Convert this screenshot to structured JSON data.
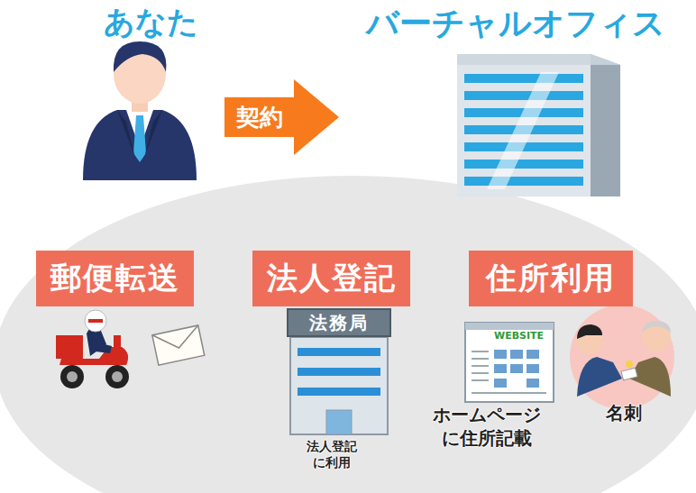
{
  "diagram": {
    "nodes": [
      {
        "text": [
          "あなた"
        ]
      },
      {
        "text": [
          "バーチャルオフィス"
        ]
      },
      {
        "text": [
          "郵便転送"
        ]
      },
      {
        "text": [
          "法人登記"
        ]
      },
      {
        "text": [
          "住所利用"
        ]
      },
      {
        "text": [
          "法務局"
        ]
      }
    ],
    "edges": [
      {
        "from": 0,
        "to": 1,
        "label": "契約",
        "arrow": "to"
      }
    ],
    "labels": [
      "WEBSITE",
      "法人登記 に利用",
      "ホームページ に住所記載",
      "名刺"
    ]
  }
}
